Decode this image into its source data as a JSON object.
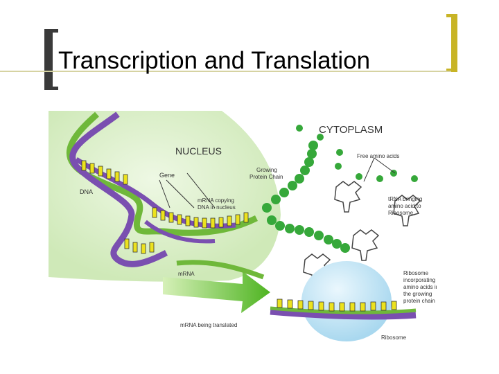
{
  "title": "Transcription and Translation",
  "diagram": {
    "cytoplasm": "CYTOPLASM",
    "nucleus": "NUCLEUS",
    "gene": "Gene",
    "dna": "DNA",
    "growing_protein_chain": [
      "Growing",
      "Protein Chain"
    ],
    "free_amino_acids": "Free amino acids",
    "mrna_copying": [
      "mRNA copying",
      "DNA in nucleus"
    ],
    "trna_bringing": [
      "tRNA bringing",
      "amino acid to",
      "Ribosome"
    ],
    "mrna": "mRNA",
    "ribosome_incorporating": [
      "Ribosome",
      "incorporating",
      "amino acids into",
      "the growing",
      "protein chain"
    ],
    "mrna_being_translated": "mRNA being translated",
    "ribosome": "Ribosome"
  },
  "colors": {
    "nucleus": "#d8efc4",
    "dna_purple": "#7a4fb0",
    "dna_green": "#6fb83a",
    "base_yellow": "#ece21e",
    "amino_green": "#36a83a",
    "ribosome_blue": "#cdeaf7",
    "arrow_green": "#5fbe2c",
    "accent_gold": "#c8b426"
  }
}
